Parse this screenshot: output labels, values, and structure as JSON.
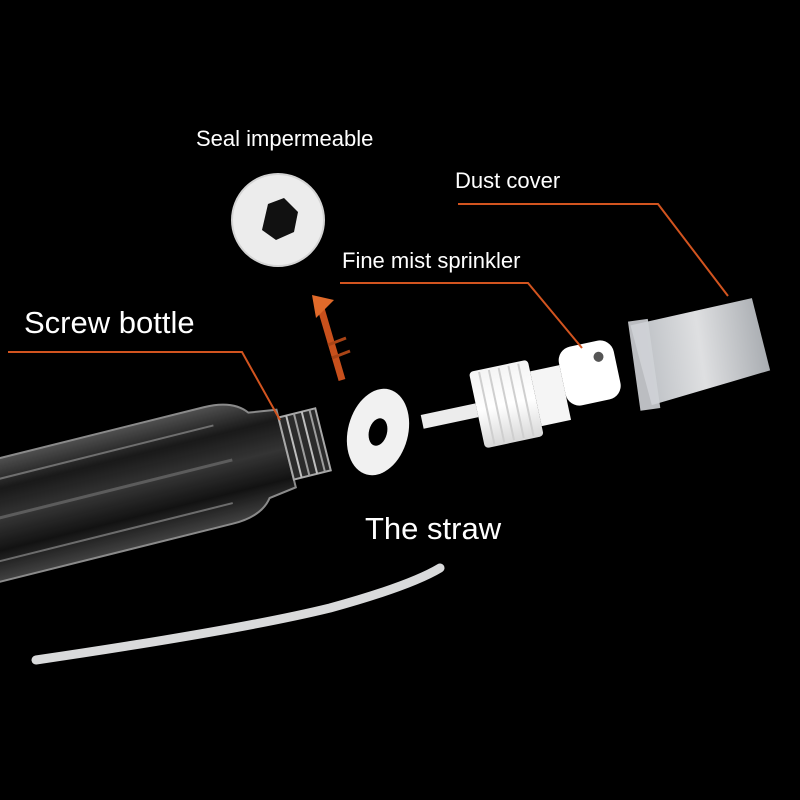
{
  "labels": {
    "seal": "Seal impermeable",
    "dust_cover": "Dust cover",
    "sprinkler": "Fine mist sprinkler",
    "bottle": "Screw bottle",
    "straw": "The straw"
  },
  "colors": {
    "background": "#000000",
    "leader_line": "#d2541f",
    "arrow": "#c8501c",
    "text": "#ffffff"
  }
}
